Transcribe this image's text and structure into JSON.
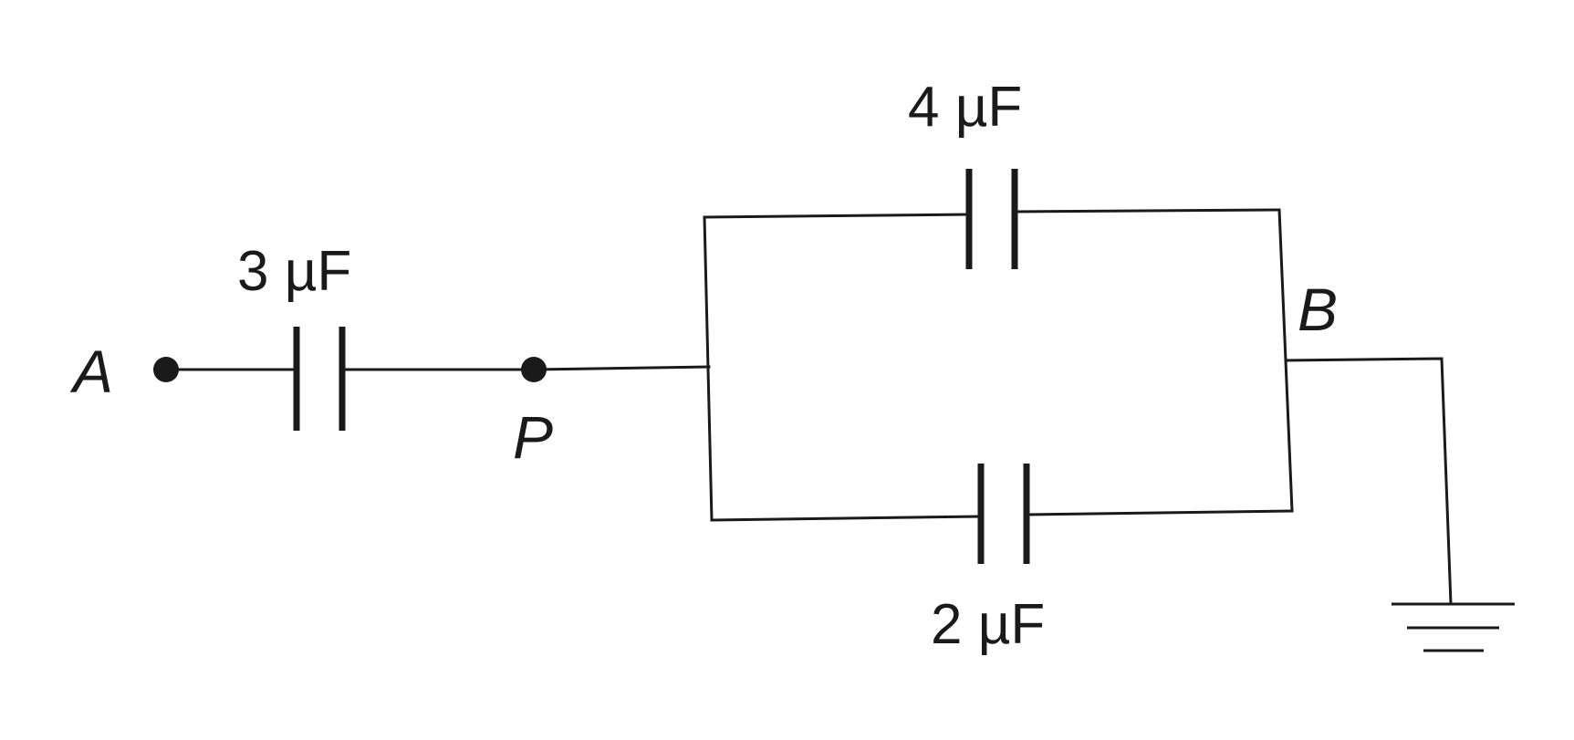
{
  "circuit": {
    "nodes": {
      "a": "A",
      "p": "P",
      "b": "B"
    },
    "capacitors": {
      "c1": "3 µF",
      "c2": "4 µF",
      "c3": "2 µF"
    }
  },
  "colors": {
    "ink": "#1a1a1a",
    "background": "#ffffff"
  }
}
